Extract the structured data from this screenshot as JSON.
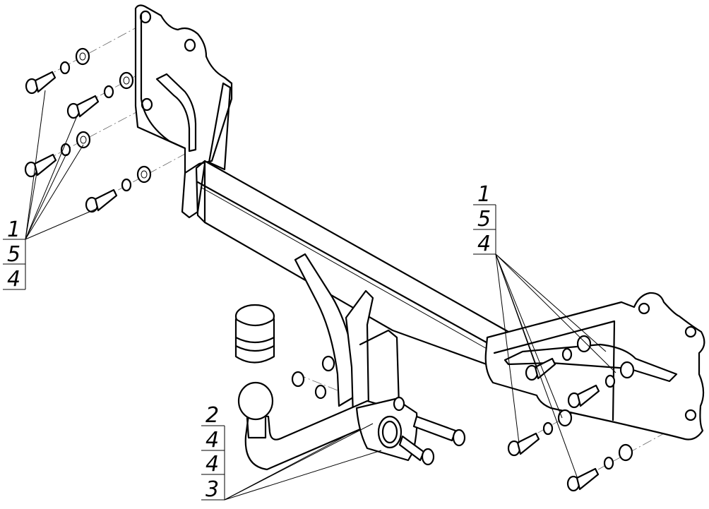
{
  "callouts": {
    "left_group": [
      "1",
      "5",
      "4"
    ],
    "right_group": [
      "1",
      "5",
      "4"
    ],
    "bottom_group": [
      "2",
      "4",
      "4",
      "3"
    ]
  },
  "colors": {
    "line": "#000000",
    "background": "#ffffff"
  }
}
